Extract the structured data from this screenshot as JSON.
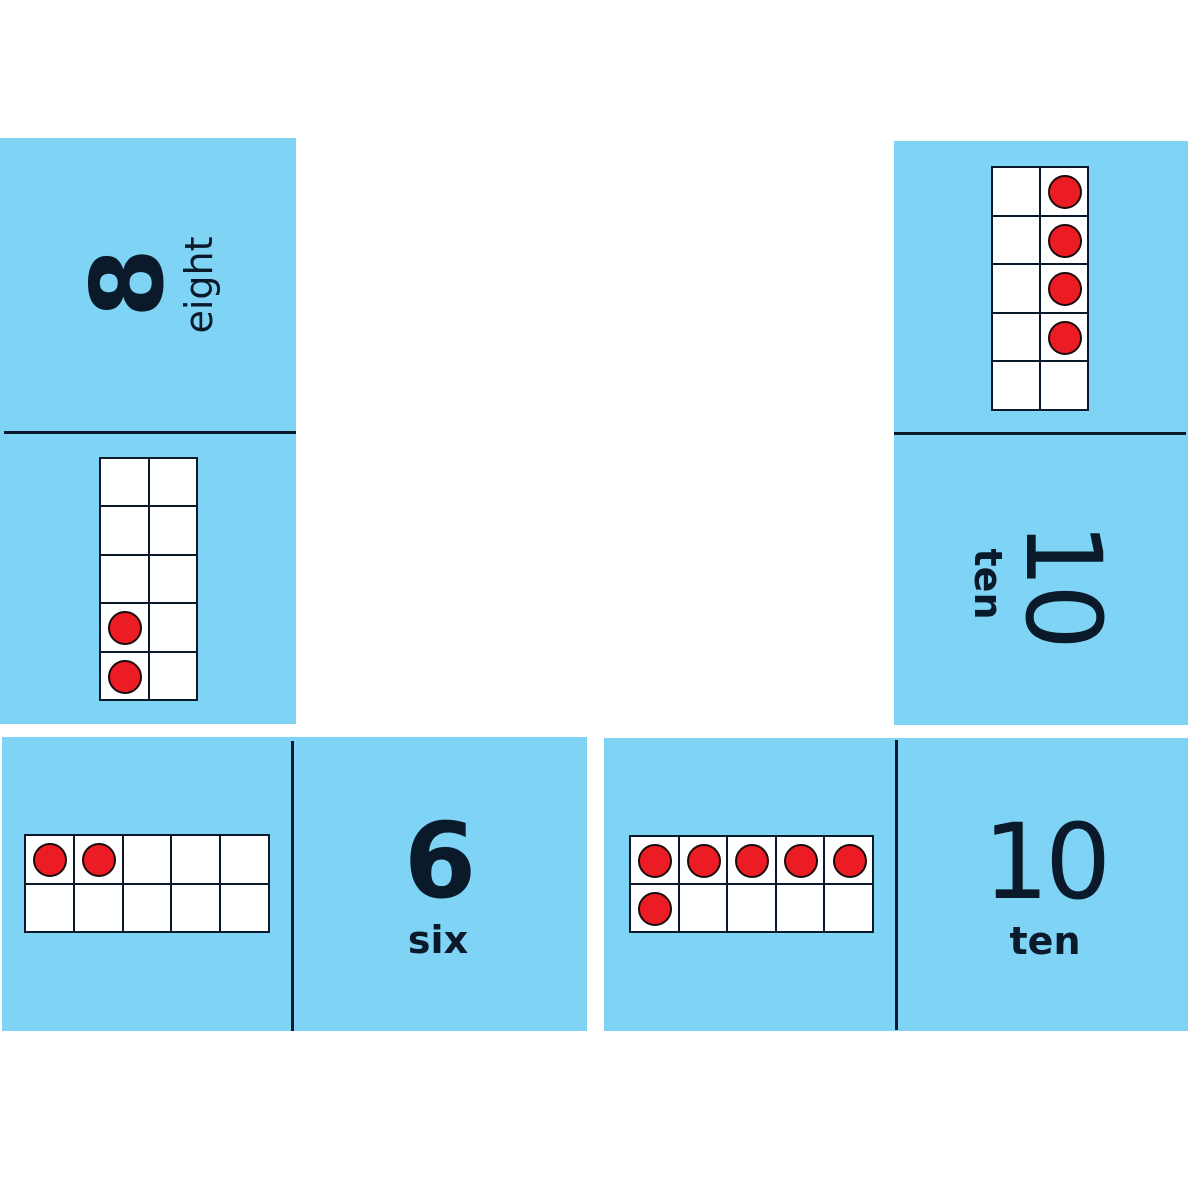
{
  "colors": {
    "card": "#7fd3f5",
    "divider": "#0b1a2a",
    "dot": "#ec1c24",
    "frame_cell": "#ffffff"
  },
  "dominoes": [
    {
      "id": "left-vertical",
      "orientation": "vertical",
      "numeral": "8",
      "word": "eight",
      "text_rotation": "-90deg",
      "ten_frame": {
        "layout": "5 rows x 2 cols",
        "filled_count": 2,
        "filled_cells": [
          "row4-col1",
          "row5-col1"
        ]
      }
    },
    {
      "id": "right-vertical",
      "orientation": "vertical",
      "numeral": "10",
      "word": "ten",
      "text_rotation": "90deg",
      "ten_frame": {
        "layout": "5 rows x 2 cols",
        "filled_count": 4,
        "filled_cells": [
          "row1-col2",
          "row2-col2",
          "row3-col2",
          "row4-col2"
        ]
      }
    },
    {
      "id": "bottom-left-horizontal",
      "orientation": "horizontal",
      "numeral": "6",
      "word": "six",
      "text_rotation": "0deg",
      "ten_frame": {
        "layout": "2 rows x 5 cols",
        "filled_count": 2,
        "filled_cells": [
          "row1-col1",
          "row1-col2"
        ]
      }
    },
    {
      "id": "bottom-right-horizontal",
      "orientation": "horizontal",
      "numeral": "10",
      "word": "ten",
      "text_rotation": "0deg",
      "ten_frame": {
        "layout": "2 rows x 5 cols",
        "filled_count": 6,
        "filled_cells": [
          "row1-col1",
          "row1-col2",
          "row1-col3",
          "row1-col4",
          "row1-col5",
          "row2-col1"
        ]
      }
    }
  ]
}
